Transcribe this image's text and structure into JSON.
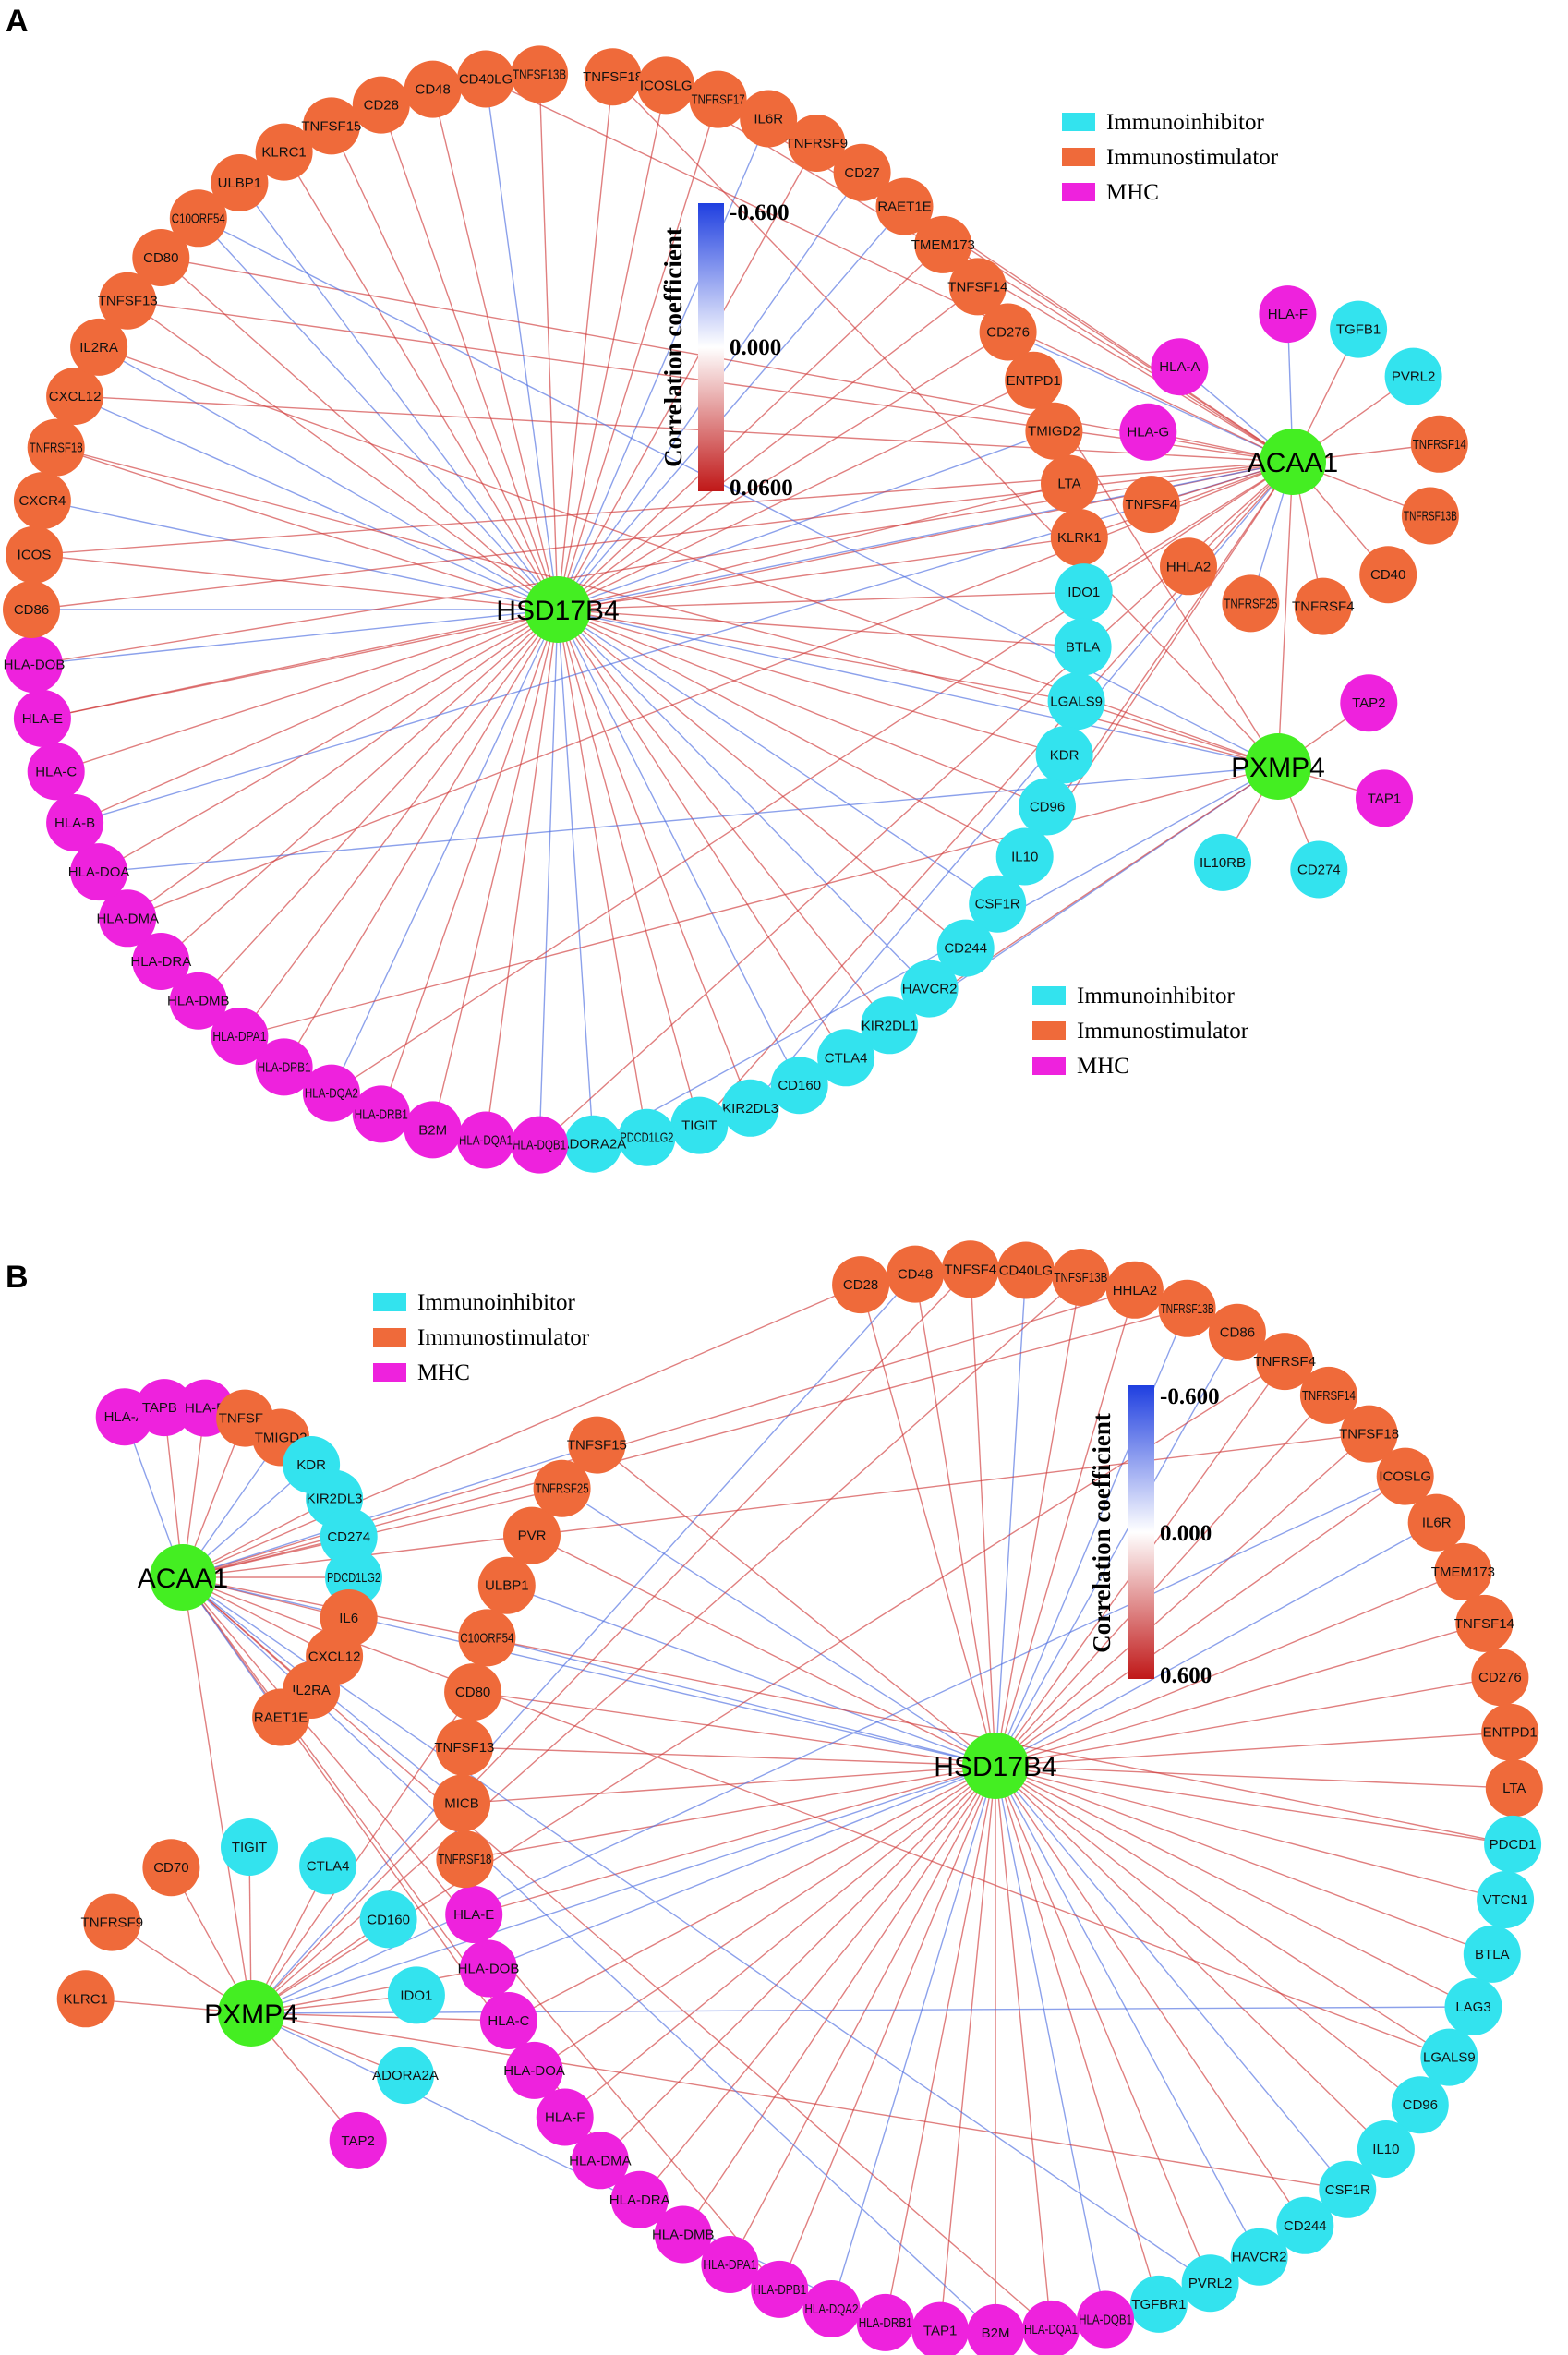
{
  "categories": {
    "inhibitor": {
      "label": "Immunoinhibitor",
      "color": "#33e3ee"
    },
    "stimulator": {
      "label": "Immunostimulator",
      "color": "#ef6a3a"
    },
    "mhc": {
      "label": "MHC",
      "color": "#ee22dd"
    }
  },
  "hub_color": "#44ee22",
  "edge_colors": {
    "negative": "#4f6fe0",
    "positive": "#d03a3a"
  },
  "panels": [
    {
      "label": "A",
      "colorbar": {
        "title": "Correlation coefficient",
        "top": "-0.600",
        "mid": "0.000",
        "bottom": "0.0600"
      },
      "hubs": [
        {
          "id": "HSD17B4",
          "label": "HSD17B4"
        },
        {
          "id": "ACAA1",
          "label": "ACAA1"
        },
        {
          "id": "PXMP4",
          "label": "PXMP4"
        }
      ],
      "ring": {
        "hub": "HSD17B4",
        "nodes": [
          {
            "label": "TNFSF18",
            "cat": "stimulator"
          },
          {
            "label": "ICOSLG",
            "cat": "stimulator"
          },
          {
            "label": "TNFRSF17",
            "cat": "stimulator"
          },
          {
            "label": "IL6R",
            "cat": "stimulator"
          },
          {
            "label": "TNFRSF9",
            "cat": "stimulator"
          },
          {
            "label": "CD27",
            "cat": "stimulator"
          },
          {
            "label": "RAET1E",
            "cat": "stimulator"
          },
          {
            "label": "TMEM173",
            "cat": "stimulator"
          },
          {
            "label": "TNFSF14",
            "cat": "stimulator"
          },
          {
            "label": "CD276",
            "cat": "stimulator"
          },
          {
            "label": "ENTPD1",
            "cat": "stimulator"
          },
          {
            "label": "TMIGD2",
            "cat": "stimulator"
          },
          {
            "label": "LTA",
            "cat": "stimulator"
          },
          {
            "label": "KLRK1",
            "cat": "stimulator"
          },
          {
            "label": "IDO1",
            "cat": "inhibitor"
          },
          {
            "label": "BTLA",
            "cat": "inhibitor"
          },
          {
            "label": "LGALS9",
            "cat": "inhibitor"
          },
          {
            "label": "KDR",
            "cat": "inhibitor"
          },
          {
            "label": "CD96",
            "cat": "inhibitor"
          },
          {
            "label": "IL10",
            "cat": "inhibitor"
          },
          {
            "label": "CSF1R",
            "cat": "inhibitor"
          },
          {
            "label": "CD244",
            "cat": "inhibitor"
          },
          {
            "label": "HAVCR2",
            "cat": "inhibitor"
          },
          {
            "label": "KIR2DL1",
            "cat": "inhibitor"
          },
          {
            "label": "CTLA4",
            "cat": "inhibitor"
          },
          {
            "label": "CD160",
            "cat": "inhibitor"
          },
          {
            "label": "KIR2DL3",
            "cat": "inhibitor"
          },
          {
            "label": "TIGIT",
            "cat": "inhibitor"
          },
          {
            "label": "PDCD1LG2",
            "cat": "inhibitor"
          },
          {
            "label": "ADORA2A",
            "cat": "inhibitor"
          },
          {
            "label": "HLA-DQB1",
            "cat": "mhc"
          },
          {
            "label": "HLA-DQA1",
            "cat": "mhc"
          },
          {
            "label": "B2M",
            "cat": "mhc"
          },
          {
            "label": "HLA-DRB1",
            "cat": "mhc"
          },
          {
            "label": "HLA-DQA2",
            "cat": "mhc"
          },
          {
            "label": "HLA-DPB1",
            "cat": "mhc"
          },
          {
            "label": "HLA-DPA1",
            "cat": "mhc"
          },
          {
            "label": "HLA-DMB",
            "cat": "mhc"
          },
          {
            "label": "HLA-DRA",
            "cat": "mhc"
          },
          {
            "label": "HLA-DMA",
            "cat": "mhc"
          },
          {
            "label": "HLA-DOA",
            "cat": "mhc"
          },
          {
            "label": "HLA-B",
            "cat": "mhc"
          },
          {
            "label": "HLA-C",
            "cat": "mhc"
          },
          {
            "label": "HLA-E",
            "cat": "mhc"
          },
          {
            "label": "HLA-DOB",
            "cat": "mhc"
          },
          {
            "label": "CD86",
            "cat": "stimulator"
          },
          {
            "label": "ICOS",
            "cat": "stimulator"
          },
          {
            "label": "CXCR4",
            "cat": "stimulator"
          },
          {
            "label": "TNFRSF18",
            "cat": "stimulator"
          },
          {
            "label": "CXCL12",
            "cat": "stimulator"
          },
          {
            "label": "IL2RA",
            "cat": "stimulator"
          },
          {
            "label": "TNFSF13",
            "cat": "stimulator"
          },
          {
            "label": "CD80",
            "cat": "stimulator"
          },
          {
            "label": "C10ORF54",
            "cat": "stimulator"
          },
          {
            "label": "ULBP1",
            "cat": "stimulator"
          },
          {
            "label": "KLRC1",
            "cat": "stimulator"
          },
          {
            "label": "TNFSF15",
            "cat": "stimulator"
          },
          {
            "label": "CD28",
            "cat": "stimulator"
          },
          {
            "label": "CD48",
            "cat": "stimulator"
          },
          {
            "label": "CD40LG",
            "cat": "stimulator"
          },
          {
            "label": "TNFSF13B",
            "cat": "stimulator"
          }
        ]
      },
      "clusters": [
        {
          "hub": "ACAA1",
          "nodes": [
            {
              "label": "HLA-F",
              "cat": "mhc"
            },
            {
              "label": "TGFB1",
              "cat": "inhibitor"
            },
            {
              "label": "PVRL2",
              "cat": "inhibitor"
            },
            {
              "label": "TNFRSF14",
              "cat": "stimulator"
            },
            {
              "label": "TNFRSF13B",
              "cat": "stimulator"
            },
            {
              "label": "CD40",
              "cat": "stimulator"
            },
            {
              "label": "TNFRSF4",
              "cat": "stimulator"
            },
            {
              "label": "TNFRSF25",
              "cat": "stimulator"
            },
            {
              "label": "HHLA2",
              "cat": "stimulator"
            },
            {
              "label": "TNFSF4",
              "cat": "stimulator"
            },
            {
              "label": "HLA-G",
              "cat": "mhc"
            },
            {
              "label": "HLA-A",
              "cat": "mhc"
            }
          ]
        },
        {
          "hub": "PXMP4",
          "nodes": [
            {
              "label": "TAP2",
              "cat": "mhc"
            },
            {
              "label": "TAP1",
              "cat": "mhc"
            },
            {
              "label": "CD274",
              "cat": "inhibitor"
            },
            {
              "label": "IL10RB",
              "cat": "inhibitor"
            }
          ]
        }
      ]
    },
    {
      "label": "B",
      "colorbar": {
        "title": "Correlation coefficient",
        "top": "-0.600",
        "mid": "0.000",
        "bottom": "0.600"
      },
      "hubs": [
        {
          "id": "HSD17B4",
          "label": "HSD17B4"
        },
        {
          "id": "ACAA1",
          "label": "ACAA1"
        },
        {
          "id": "PXMP4",
          "label": "PXMP4"
        }
      ],
      "ring": {
        "hub": "HSD17B4",
        "nodes": [
          {
            "label": "CD28",
            "cat": "stimulator"
          },
          {
            "label": "CD48",
            "cat": "stimulator"
          },
          {
            "label": "TNFSF4",
            "cat": "stimulator"
          },
          {
            "label": "CD40LG",
            "cat": "stimulator"
          },
          {
            "label": "TNFSF13B",
            "cat": "stimulator"
          },
          {
            "label": "HHLA2",
            "cat": "stimulator"
          },
          {
            "label": "TNFRSF13B",
            "cat": "stimulator"
          },
          {
            "label": "CD86",
            "cat": "stimulator"
          },
          {
            "label": "TNFRSF4",
            "cat": "stimulator"
          },
          {
            "label": "TNFRSF14",
            "cat": "stimulator"
          },
          {
            "label": "TNFSF18",
            "cat": "stimulator"
          },
          {
            "label": "ICOSLG",
            "cat": "stimulator"
          },
          {
            "label": "IL6R",
            "cat": "stimulator"
          },
          {
            "label": "TMEM173",
            "cat": "stimulator"
          },
          {
            "label": "TNFSF14",
            "cat": "stimulator"
          },
          {
            "label": "CD276",
            "cat": "stimulator"
          },
          {
            "label": "ENTPD1",
            "cat": "stimulator"
          },
          {
            "label": "LTA",
            "cat": "stimulator"
          },
          {
            "label": "PDCD1",
            "cat": "inhibitor"
          },
          {
            "label": "VTCN1",
            "cat": "inhibitor"
          },
          {
            "label": "BTLA",
            "cat": "inhibitor"
          },
          {
            "label": "LAG3",
            "cat": "inhibitor"
          },
          {
            "label": "LGALS9",
            "cat": "inhibitor"
          },
          {
            "label": "CD96",
            "cat": "inhibitor"
          },
          {
            "label": "IL10",
            "cat": "inhibitor"
          },
          {
            "label": "CSF1R",
            "cat": "inhibitor"
          },
          {
            "label": "CD244",
            "cat": "inhibitor"
          },
          {
            "label": "HAVCR2",
            "cat": "inhibitor"
          },
          {
            "label": "PVRL2",
            "cat": "inhibitor"
          },
          {
            "label": "TGFBR1",
            "cat": "inhibitor"
          },
          {
            "label": "HLA-DQB1",
            "cat": "mhc"
          },
          {
            "label": "HLA-DQA1",
            "cat": "mhc"
          },
          {
            "label": "B2M",
            "cat": "mhc"
          },
          {
            "label": "TAP1",
            "cat": "mhc"
          },
          {
            "label": "HLA-DRB1",
            "cat": "mhc"
          },
          {
            "label": "HLA-DQA2",
            "cat": "mhc"
          },
          {
            "label": "HLA-DPB1",
            "cat": "mhc"
          },
          {
            "label": "HLA-DPA1",
            "cat": "mhc"
          },
          {
            "label": "HLA-DMB",
            "cat": "mhc"
          },
          {
            "label": "HLA-DRA",
            "cat": "mhc"
          },
          {
            "label": "HLA-DMA",
            "cat": "mhc"
          },
          {
            "label": "HLA-F",
            "cat": "mhc"
          },
          {
            "label": "HLA-DOA",
            "cat": "mhc"
          },
          {
            "label": "HLA-C",
            "cat": "mhc"
          },
          {
            "label": "HLA-DOB",
            "cat": "mhc"
          },
          {
            "label": "HLA-E",
            "cat": "mhc"
          },
          {
            "label": "TNFRSF18",
            "cat": "stimulator"
          },
          {
            "label": "MICB",
            "cat": "stimulator"
          },
          {
            "label": "TNFSF13",
            "cat": "stimulator"
          },
          {
            "label": "CD80",
            "cat": "stimulator"
          },
          {
            "label": "C10ORF54",
            "cat": "stimulator"
          },
          {
            "label": "ULBP1",
            "cat": "stimulator"
          },
          {
            "label": "PVR",
            "cat": "stimulator"
          },
          {
            "label": "TNFRSF25",
            "cat": "stimulator"
          },
          {
            "label": "TNFSF15",
            "cat": "stimulator"
          }
        ]
      },
      "clusters": [
        {
          "hub": "ACAA1",
          "nodes": [
            {
              "label": "HLA-A",
              "cat": "mhc"
            },
            {
              "label": "TAPBP",
              "cat": "mhc"
            },
            {
              "label": "HLA-B",
              "cat": "mhc"
            },
            {
              "label": "TNFSF9",
              "cat": "stimulator"
            },
            {
              "label": "TMIGD2",
              "cat": "stimulator"
            },
            {
              "label": "KDR",
              "cat": "inhibitor"
            },
            {
              "label": "KIR2DL3",
              "cat": "inhibitor"
            },
            {
              "label": "CD274",
              "cat": "inhibitor"
            },
            {
              "label": "PDCD1LG2",
              "cat": "inhibitor"
            },
            {
              "label": "IL6",
              "cat": "stimulator"
            },
            {
              "label": "CXCL12",
              "cat": "stimulator"
            },
            {
              "label": "IL2RA",
              "cat": "stimulator"
            },
            {
              "label": "RAET1E",
              "cat": "stimulator"
            }
          ]
        },
        {
          "hub": "PXMP4",
          "nodes": [
            {
              "label": "KLRC1",
              "cat": "stimulator"
            },
            {
              "label": "TNFRSF9",
              "cat": "stimulator"
            },
            {
              "label": "CD70",
              "cat": "stimulator"
            },
            {
              "label": "TIGIT",
              "cat": "inhibitor"
            },
            {
              "label": "CTLA4",
              "cat": "inhibitor"
            },
            {
              "label": "CD160",
              "cat": "inhibitor"
            },
            {
              "label": "IDO1",
              "cat": "inhibitor"
            },
            {
              "label": "ADORA2A",
              "cat": "inhibitor"
            },
            {
              "label": "TAP2",
              "cat": "mhc"
            }
          ]
        }
      ]
    }
  ]
}
